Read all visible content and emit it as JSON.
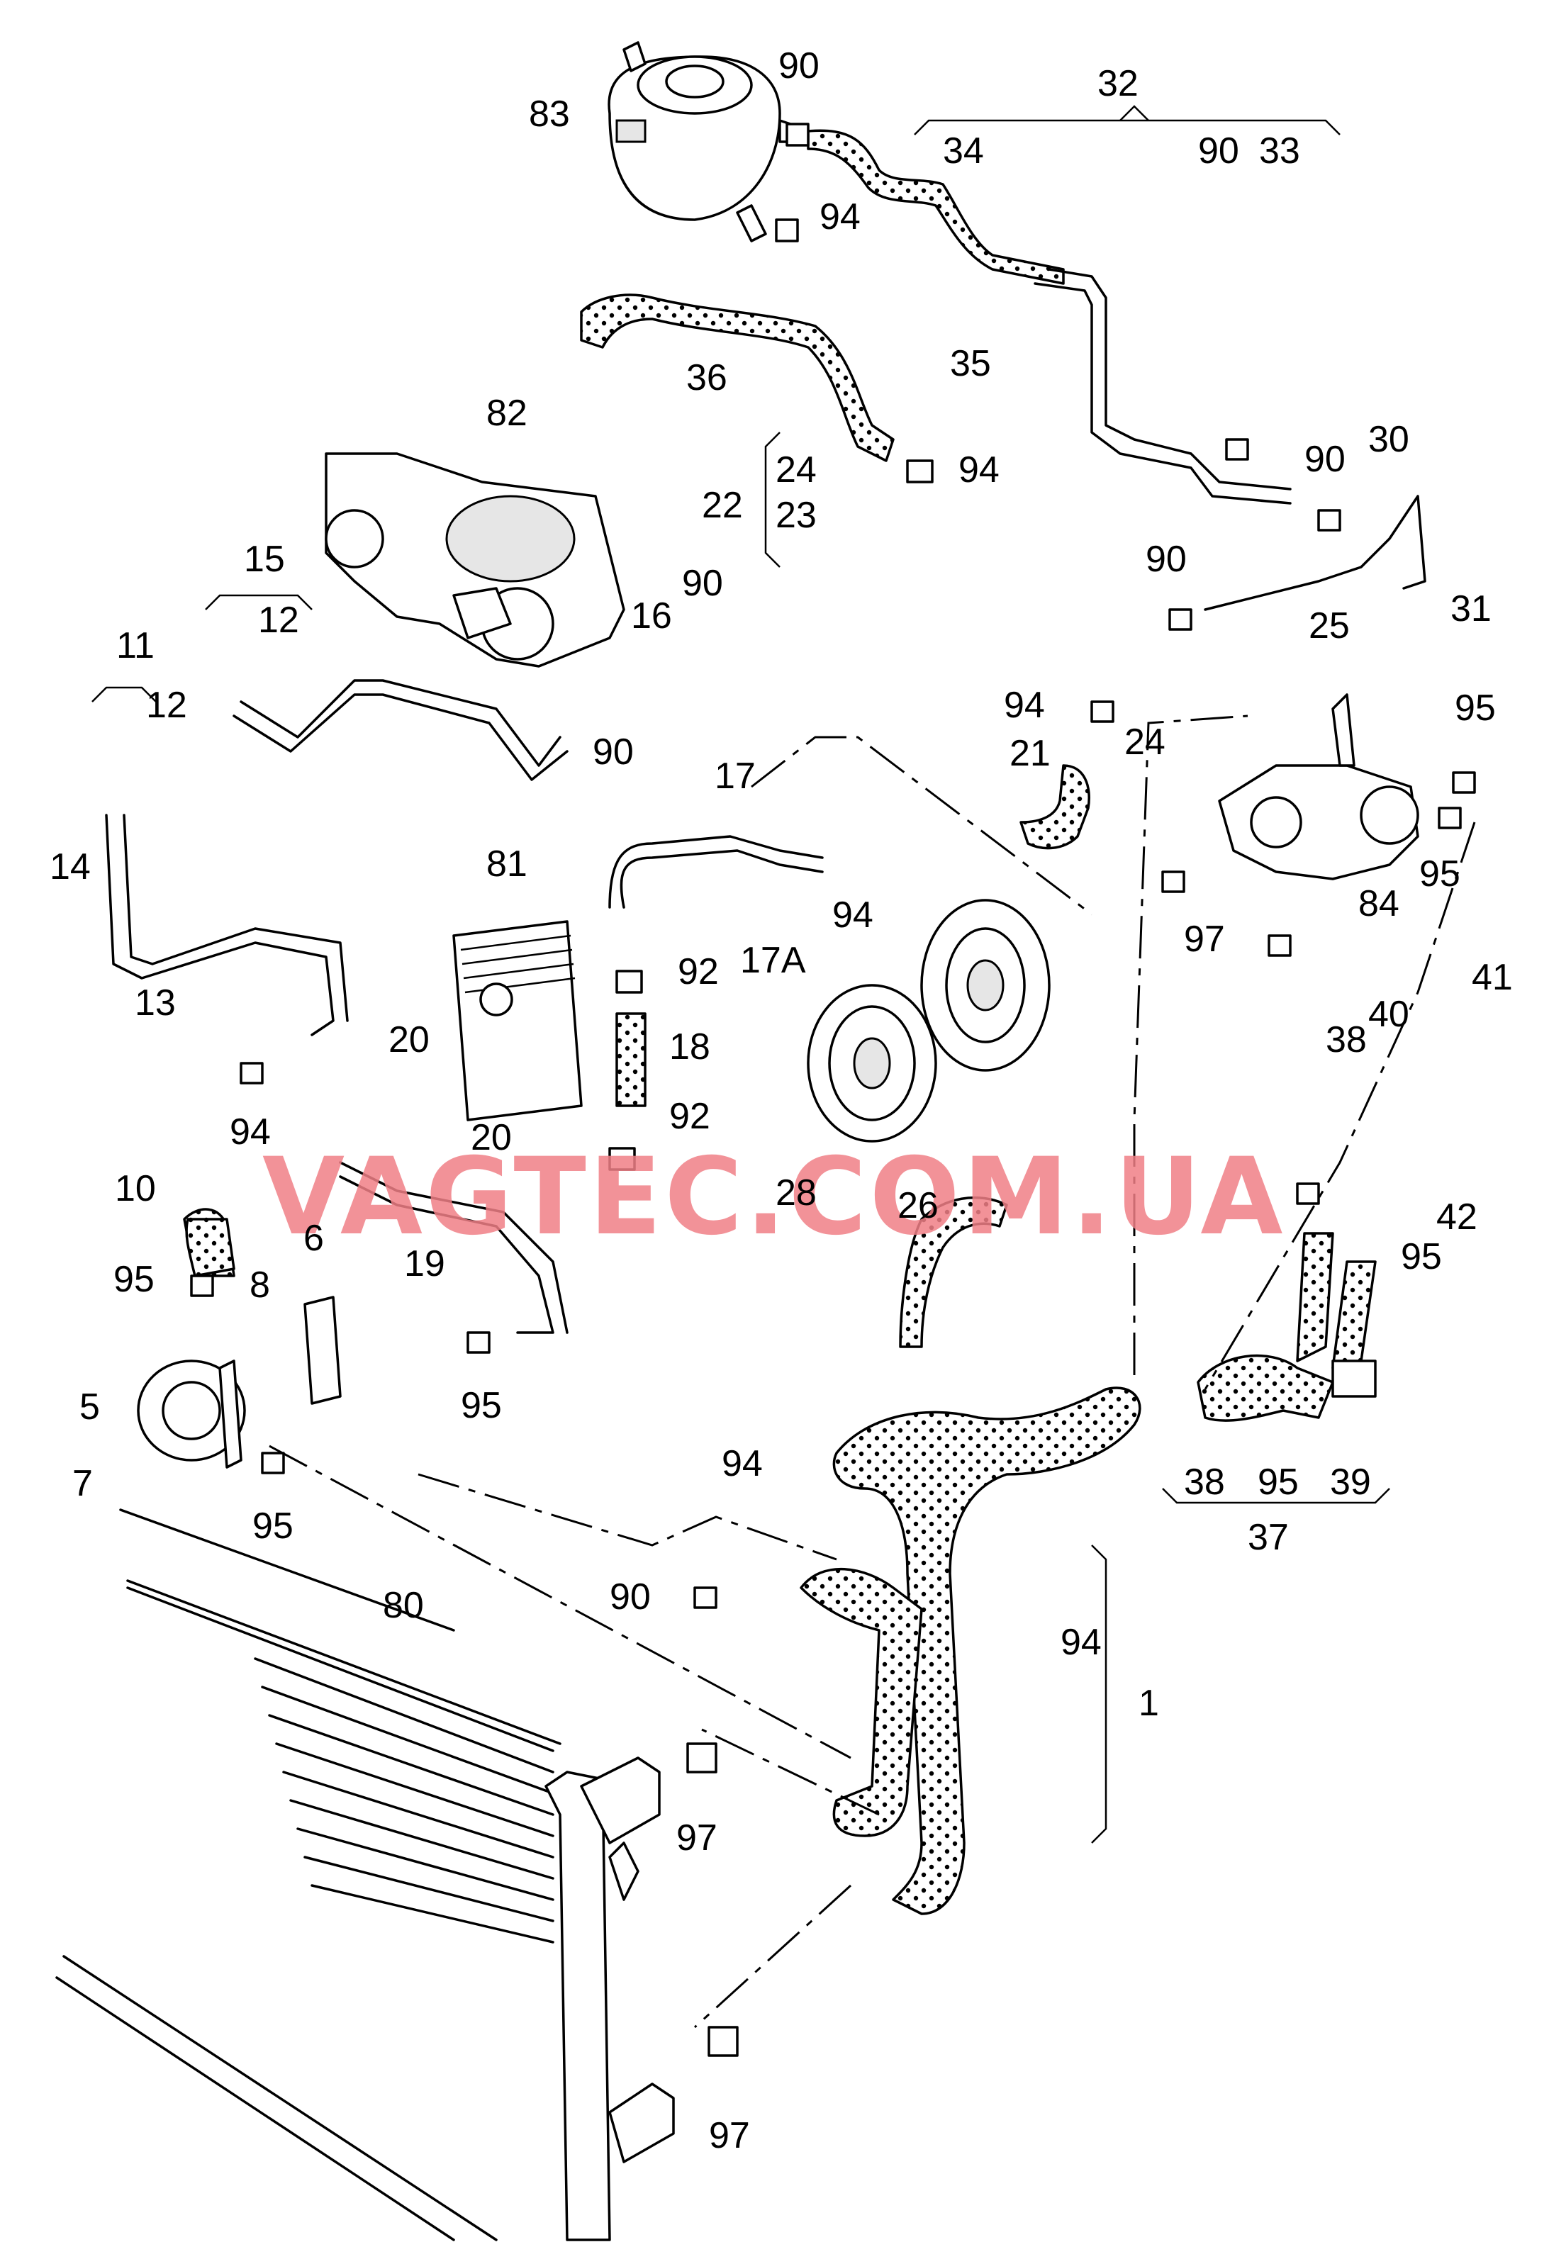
{
  "diagram": {
    "watermark": "VAGTEC.COM.UA",
    "colors": {
      "line": "#000000",
      "background": "#ffffff",
      "watermark": "#f07f86"
    },
    "labels": [
      {
        "id": "l-83",
        "text": "83"
      },
      {
        "id": "l-90a",
        "text": "90"
      },
      {
        "id": "l-32",
        "text": "32"
      },
      {
        "id": "l-34",
        "text": "34"
      },
      {
        "id": "l-90b",
        "text": "90"
      },
      {
        "id": "l-33",
        "text": "33"
      },
      {
        "id": "l-94a",
        "text": "94"
      },
      {
        "id": "l-36",
        "text": "36"
      },
      {
        "id": "l-35",
        "text": "35"
      },
      {
        "id": "l-82",
        "text": "82"
      },
      {
        "id": "l-24a",
        "text": "24"
      },
      {
        "id": "l-22",
        "text": "22"
      },
      {
        "id": "l-23",
        "text": "23"
      },
      {
        "id": "l-94b",
        "text": "94"
      },
      {
        "id": "l-90c",
        "text": "90"
      },
      {
        "id": "l-30",
        "text": "30"
      },
      {
        "id": "l-15",
        "text": "15"
      },
      {
        "id": "l-12a",
        "text": "12"
      },
      {
        "id": "l-16",
        "text": "16"
      },
      {
        "id": "l-90d",
        "text": "90"
      },
      {
        "id": "l-90e",
        "text": "90"
      },
      {
        "id": "l-31",
        "text": "31"
      },
      {
        "id": "l-25",
        "text": "25"
      },
      {
        "id": "l-11",
        "text": "11"
      },
      {
        "id": "l-12b",
        "text": "12"
      },
      {
        "id": "l-94c",
        "text": "94"
      },
      {
        "id": "l-24b",
        "text": "24"
      },
      {
        "id": "l-95a",
        "text": "95"
      },
      {
        "id": "l-90f",
        "text": "90"
      },
      {
        "id": "l-21",
        "text": "21"
      },
      {
        "id": "l-14",
        "text": "14"
      },
      {
        "id": "l-17",
        "text": "17"
      },
      {
        "id": "l-81",
        "text": "81"
      },
      {
        "id": "l-94d",
        "text": "94"
      },
      {
        "id": "l-95b",
        "text": "95"
      },
      {
        "id": "l-84",
        "text": "84"
      },
      {
        "id": "l-17a",
        "text": "17A"
      },
      {
        "id": "l-97a",
        "text": "97"
      },
      {
        "id": "l-92a",
        "text": "92"
      },
      {
        "id": "l-41",
        "text": "41"
      },
      {
        "id": "l-13",
        "text": "13"
      },
      {
        "id": "l-40",
        "text": "40"
      },
      {
        "id": "l-20a",
        "text": "20"
      },
      {
        "id": "l-18",
        "text": "18"
      },
      {
        "id": "l-38a",
        "text": "38"
      },
      {
        "id": "l-94e",
        "text": "94"
      },
      {
        "id": "l-20b",
        "text": "20"
      },
      {
        "id": "l-92b",
        "text": "92"
      },
      {
        "id": "l-10",
        "text": "10"
      },
      {
        "id": "l-28",
        "text": "28"
      },
      {
        "id": "l-26",
        "text": "26"
      },
      {
        "id": "l-42",
        "text": "42"
      },
      {
        "id": "l-19",
        "text": "19"
      },
      {
        "id": "l-95c",
        "text": "95"
      },
      {
        "id": "l-6",
        "text": "6"
      },
      {
        "id": "l-95d",
        "text": "95"
      },
      {
        "id": "l-8",
        "text": "8"
      },
      {
        "id": "l-5",
        "text": "5"
      },
      {
        "id": "l-95e",
        "text": "95"
      },
      {
        "id": "l-7",
        "text": "7"
      },
      {
        "id": "l-94f",
        "text": "94"
      },
      {
        "id": "l-38b",
        "text": "38"
      },
      {
        "id": "l-95f",
        "text": "95"
      },
      {
        "id": "l-39",
        "text": "39"
      },
      {
        "id": "l-95g",
        "text": "95"
      },
      {
        "id": "l-37",
        "text": "37"
      },
      {
        "id": "l-80",
        "text": "80"
      },
      {
        "id": "l-90g",
        "text": "90"
      },
      {
        "id": "l-94g",
        "text": "94"
      },
      {
        "id": "l-1",
        "text": "1"
      },
      {
        "id": "l-97b",
        "text": "97"
      },
      {
        "id": "l-97c",
        "text": "97"
      }
    ]
  }
}
